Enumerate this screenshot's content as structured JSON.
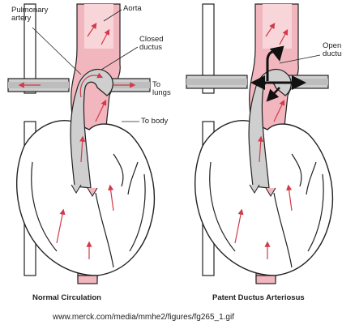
{
  "left_panel": {
    "labels": {
      "pulmonary_artery": "Pulmonary\nartery",
      "aorta": "Aorta",
      "closed_ductus": "Closed\nductus",
      "to_lungs": "To\nlungs",
      "to_body": "To body"
    },
    "caption": "Normal Circulation"
  },
  "right_panel": {
    "labels": {
      "open_ductus": "Open\nductus"
    },
    "caption": "Patent Ductus Arteriosus"
  },
  "source_url": "www.merck.com/media/mmhe2/figures/fg265_1.gif",
  "colors": {
    "blood_pink": "#f2b7be",
    "blood_light": "#f8d5d9",
    "vessel_gray": "#cfcfcf",
    "outline": "#222222",
    "arrow_red": "#d23a4a"
  }
}
